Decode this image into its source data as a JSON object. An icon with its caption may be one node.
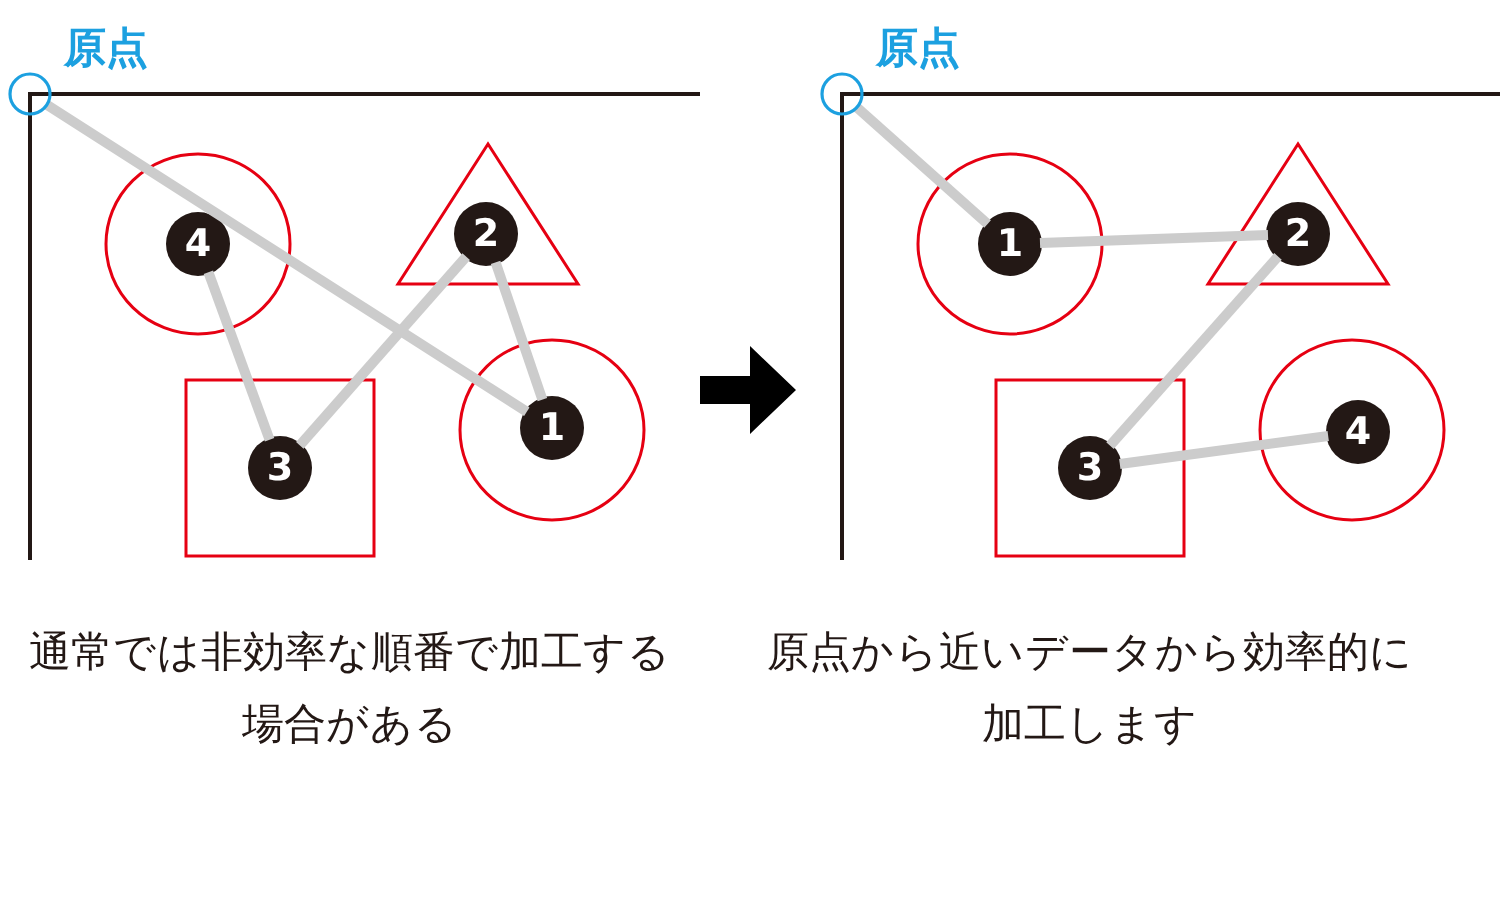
{
  "diagram": {
    "nodes": [
      {
        "text": [],
        "shape": "circle",
        "beside": [
          "原点"
        ]
      },
      {
        "text": [],
        "shape": "circle"
      },
      {
        "text": [
          "4"
        ],
        "in": 1
      },
      {
        "text": [],
        "shape": "triangle"
      },
      {
        "text": [
          "2"
        ],
        "in": 3
      },
      {
        "text": [],
        "shape": "box"
      },
      {
        "text": [
          "3"
        ],
        "in": 5
      },
      {
        "text": [],
        "shape": "circle"
      },
      {
        "text": [
          "1"
        ],
        "in": 7
      },
      {
        "text": [],
        "shape": "circle",
        "beside": [
          "原点"
        ]
      },
      {
        "text": [],
        "shape": "circle"
      },
      {
        "text": [
          "1"
        ],
        "in": 10
      },
      {
        "text": [],
        "shape": "triangle"
      },
      {
        "text": [
          "2"
        ],
        "in": 12
      },
      {
        "text": [],
        "shape": "box"
      },
      {
        "text": [
          "3"
        ],
        "in": 14
      },
      {
        "text": [],
        "shape": "circle"
      },
      {
        "text": [
          "4"
        ],
        "in": 16
      }
    ],
    "edges": [
      {
        "from": 0,
        "to": 8,
        "arrow": "none"
      },
      {
        "from": 8,
        "to": 4,
        "arrow": "none"
      },
      {
        "from": 4,
        "to": 6,
        "arrow": "none"
      },
      {
        "from": 6,
        "to": 2,
        "arrow": "none"
      },
      {
        "from": 9,
        "to": 11,
        "arrow": "none"
      },
      {
        "from": 11,
        "to": 13,
        "arrow": "none"
      },
      {
        "from": 13,
        "to": 15,
        "arrow": "none"
      },
      {
        "from": 15,
        "to": 17,
        "arrow": "none"
      }
    ],
    "labels": [
      "通常では非効率な順番で加工する場合がある",
      "原点から近いデータから効率的に加工します"
    ]
  }
}
